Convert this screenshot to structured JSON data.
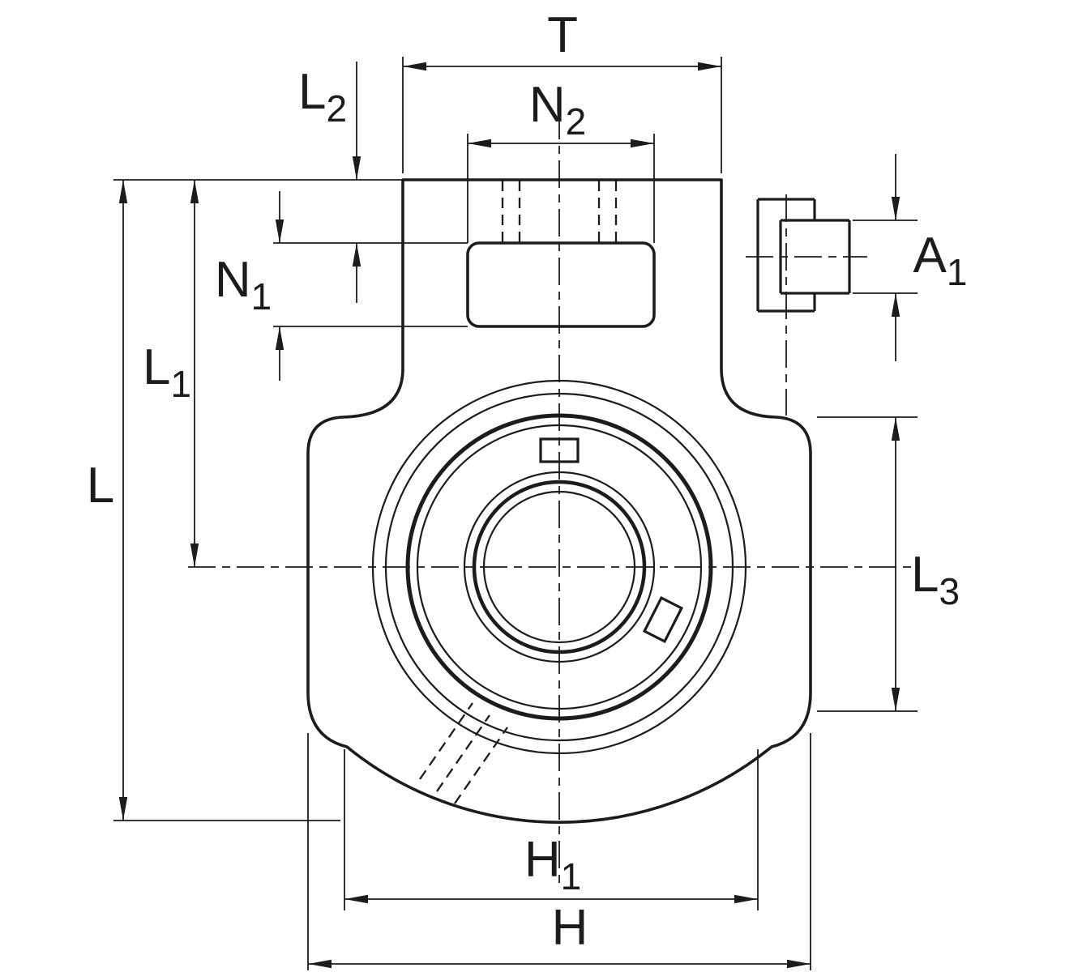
{
  "figure": {
    "type": "technical-drawing",
    "subject": "take-up bearing unit front view with dimension callouts",
    "line_color": "#1c1c1c",
    "background_color": "#ffffff"
  },
  "labels": {
    "T": {
      "base": "T",
      "sub": ""
    },
    "N2": {
      "base": "N",
      "sub": "2"
    },
    "L2": {
      "base": "L",
      "sub": "2"
    },
    "N1": {
      "base": "N",
      "sub": "1"
    },
    "L1": {
      "base": "L",
      "sub": "1"
    },
    "L": {
      "base": "L",
      "sub": ""
    },
    "A1": {
      "base": "A",
      "sub": "1"
    },
    "L3": {
      "base": "L",
      "sub": "3"
    },
    "H1": {
      "base": "H",
      "sub": "1"
    },
    "H": {
      "base": "H",
      "sub": ""
    }
  }
}
